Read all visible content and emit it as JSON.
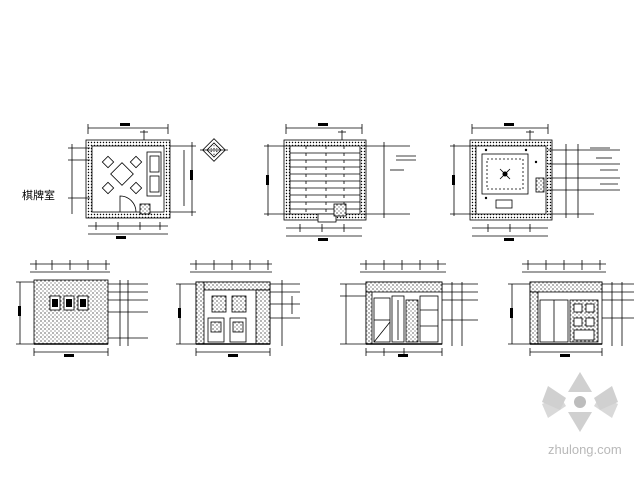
{
  "drawing": {
    "room_label": "棋牌室",
    "watermark_text": "zhulong.com",
    "plans": [
      "furniture-plan",
      "floor-plan",
      "ceiling-plan"
    ],
    "elevations": [
      "elevation-a",
      "elevation-b",
      "elevation-c",
      "elevation-d"
    ],
    "colors": {
      "line": "#000000",
      "background": "#ffffff",
      "watermark": "#b9b9b9"
    }
  }
}
